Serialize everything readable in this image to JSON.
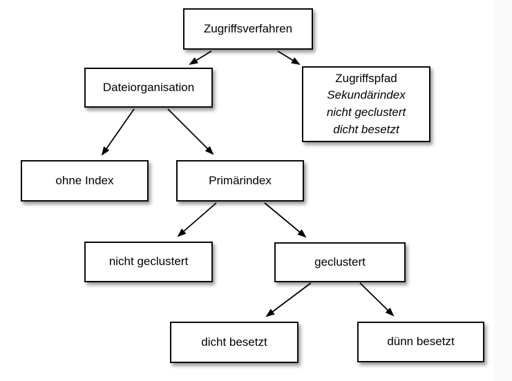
{
  "diagram": {
    "title": "Zugriffsverfahren tree (access methods classification)",
    "background_color": "#ffffff",
    "right_gutter_color": "#fafafa",
    "box_fill_color": "#ffffff",
    "box_border_color": "#0a0a0a",
    "arrow_color": "#000000",
    "nodes": [
      {
        "id": "zugriffsverfahren",
        "label": "Zugriffsverfahren"
      },
      {
        "id": "dateiorganisation",
        "label": "Dateiorganisation"
      },
      {
        "id": "zugriffspfad",
        "lines": [
          "Zugriffspfad",
          "Sekundärindex",
          "nicht geclustert",
          "dicht besetzt"
        ],
        "italic_lines": [
          1,
          2,
          3
        ]
      },
      {
        "id": "ohne-index",
        "label": "ohne Index"
      },
      {
        "id": "primaerindex",
        "label": "Primärindex"
      },
      {
        "id": "nicht-geclustert",
        "label": "nicht geclustert"
      },
      {
        "id": "geclustert",
        "label": "geclustert"
      },
      {
        "id": "dicht-besetzt",
        "label": "dicht besetzt"
      },
      {
        "id": "duenn-besetzt",
        "label": "dünn besetzt"
      }
    ],
    "edges": [
      {
        "from": "zugriffsverfahren",
        "to": "dateiorganisation"
      },
      {
        "from": "zugriffsverfahren",
        "to": "zugriffspfad"
      },
      {
        "from": "dateiorganisation",
        "to": "ohne-index"
      },
      {
        "from": "dateiorganisation",
        "to": "primaerindex"
      },
      {
        "from": "primaerindex",
        "to": "nicht-geclustert"
      },
      {
        "from": "primaerindex",
        "to": "geclustert"
      },
      {
        "from": "geclustert",
        "to": "dicht-besetzt"
      },
      {
        "from": "geclustert",
        "to": "duenn-besetzt"
      }
    ]
  }
}
